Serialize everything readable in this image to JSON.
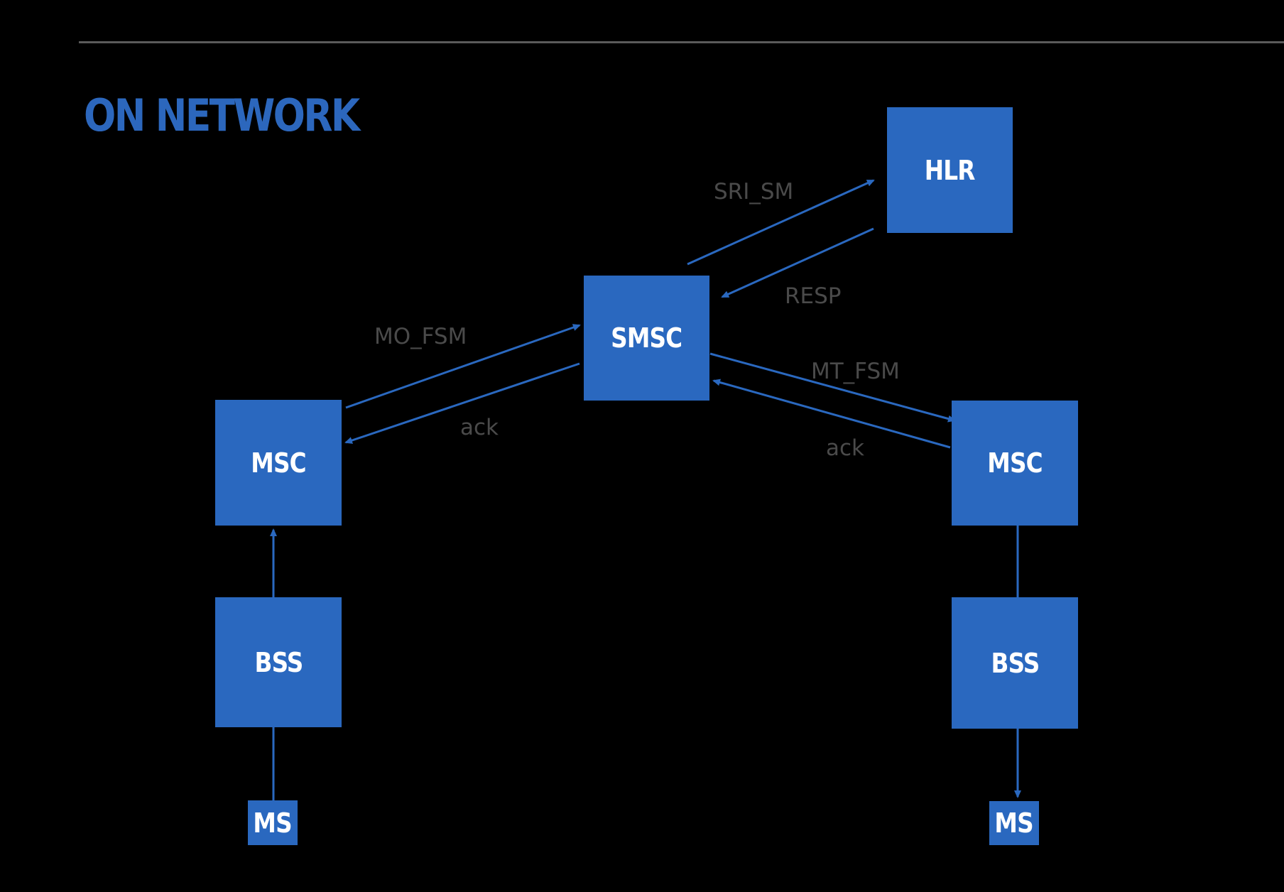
{
  "slide": {
    "title": "ON NETWORK"
  },
  "nodes": {
    "hlr": "HLR",
    "smsc": "SMSC",
    "msc_left": "MSC",
    "msc_right": "MSC",
    "bss_left": "BSS",
    "bss_right": "BSS",
    "ms_left": "MS",
    "ms_right": "MS"
  },
  "edge_labels": {
    "sri_sm": "SRI_SM",
    "resp": "RESP",
    "mo_fsm": "MO_FSM",
    "ack_left": "ack",
    "mt_fsm": "MT_FSM",
    "ack_right": "ack"
  },
  "colors": {
    "background": "#000000",
    "node_fill": "#2a68bf",
    "title": "#2c67bd",
    "edge": "#2a68bf",
    "edge_label": "#4a4a4a",
    "rule": "#5a5a5a"
  }
}
